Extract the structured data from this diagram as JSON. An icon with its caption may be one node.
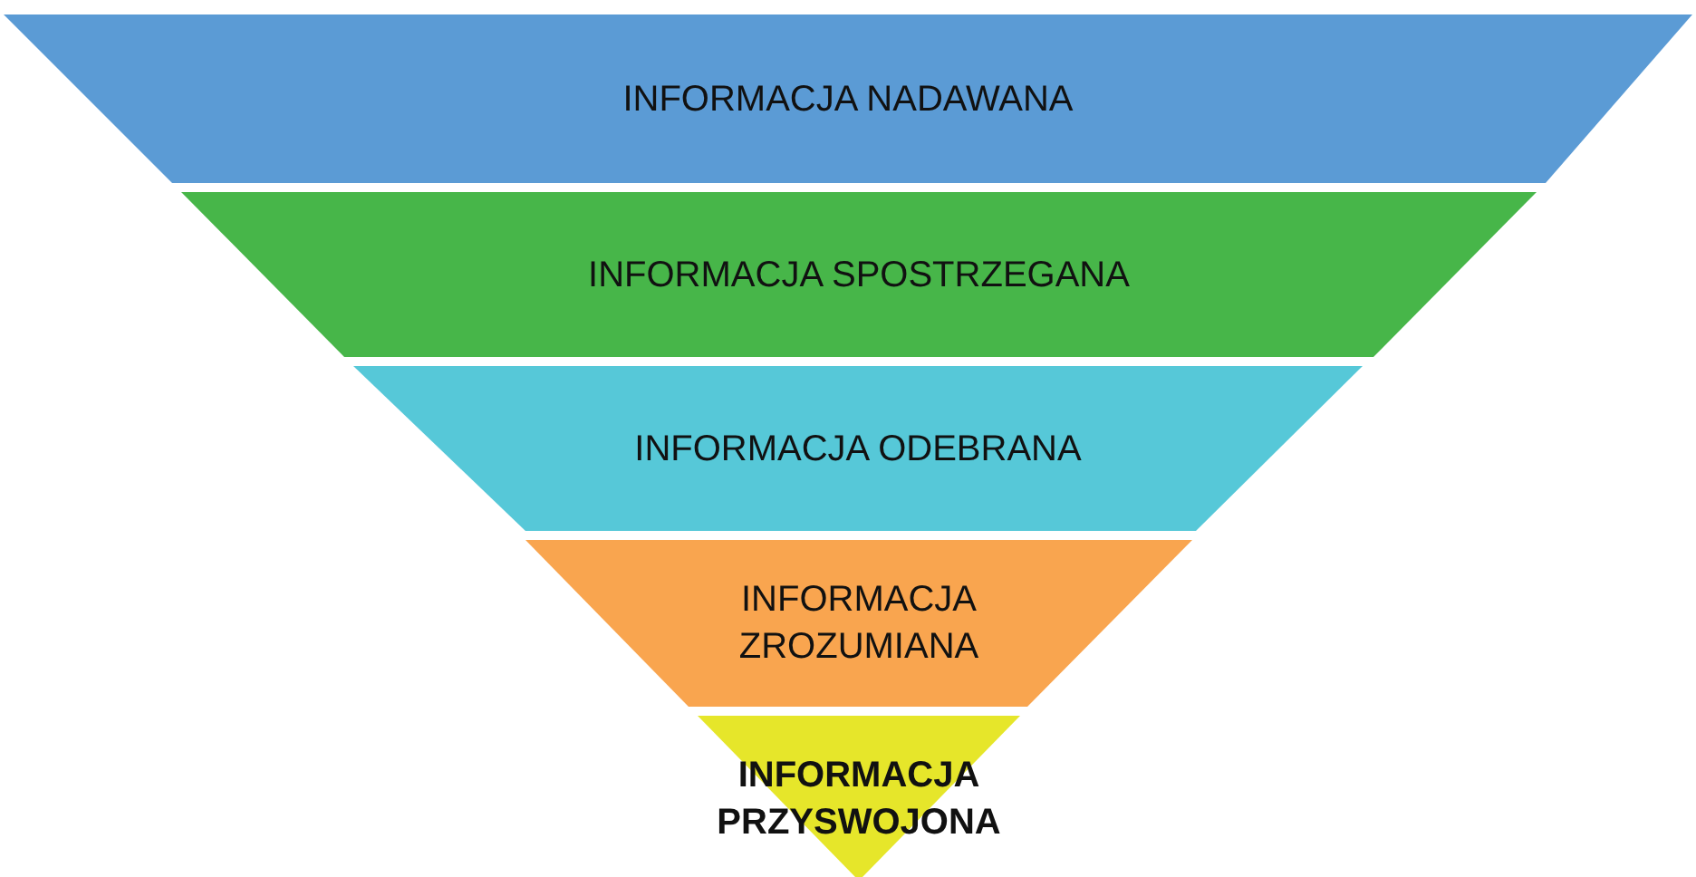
{
  "diagram": {
    "nodes": [
      {
        "text": [
          "INFORMACJA NADAWANA"
        ]
      },
      {
        "text": [
          "INFORMACJA SPOSTRZEGANA"
        ]
      },
      {
        "text": [
          "INFORMACJA ODEBRANA"
        ]
      },
      {
        "text": [
          "INFORMACJA ZROZUMIANA"
        ]
      },
      {
        "text": [
          "INFORMACJA PRZYSWOJONA"
        ]
      }
    ]
  }
}
